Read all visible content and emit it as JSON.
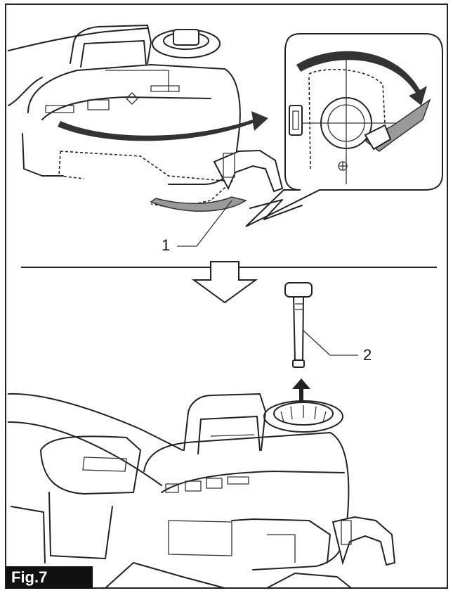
{
  "figure": {
    "label": "Fig.7",
    "callouts": [
      {
        "id": "1",
        "text": "1"
      },
      {
        "id": "2",
        "text": "2"
      }
    ],
    "colors": {
      "ink": "#222222",
      "shade": "#9a9a9a",
      "label_bg": "#111111",
      "label_text": "#ffffff",
      "background": "#ffffff"
    }
  }
}
